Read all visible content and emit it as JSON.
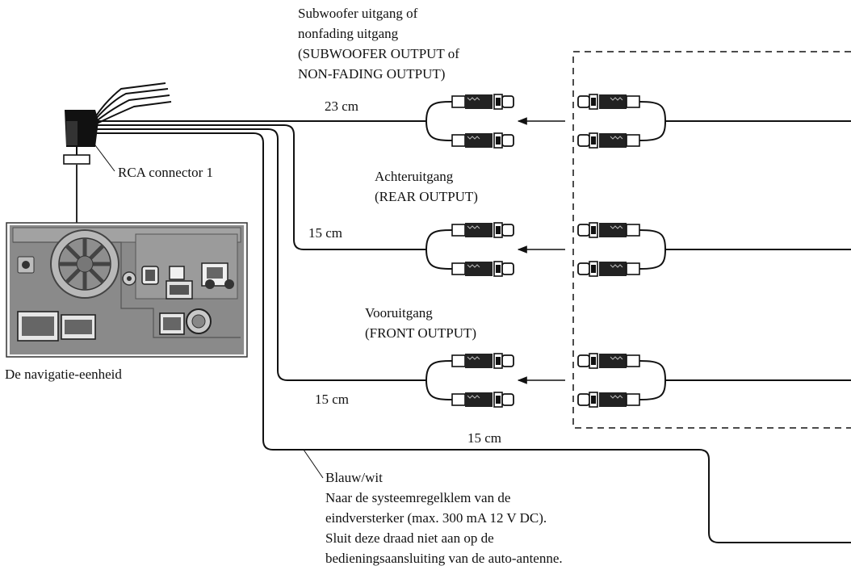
{
  "subwoofer": {
    "lines": [
      "Subwoofer uitgang of",
      "nonfading uitgang",
      "(SUBWOOFER OUTPUT of",
      "NON-FADING OUTPUT)"
    ],
    "length": "23 cm"
  },
  "rear": {
    "lines": [
      "Achteruitgang",
      "(REAR OUTPUT)"
    ],
    "length": "15 cm"
  },
  "front": {
    "lines": [
      "Vooruitgang",
      "(FRONT OUTPUT)"
    ],
    "length": "15 cm"
  },
  "connector_label": "RCA connector 1",
  "unit_label": "De navigatie-eenheid",
  "control_wire": {
    "length": "15 cm",
    "lines": [
      "Blauw/wit",
      "Naar de systeemregelklem van de",
      "eindversterker (max. 300 mA 12 V DC).",
      "Sluit deze draad niet aan op de",
      "bedieningsaansluiting van de auto-antenne."
    ]
  }
}
